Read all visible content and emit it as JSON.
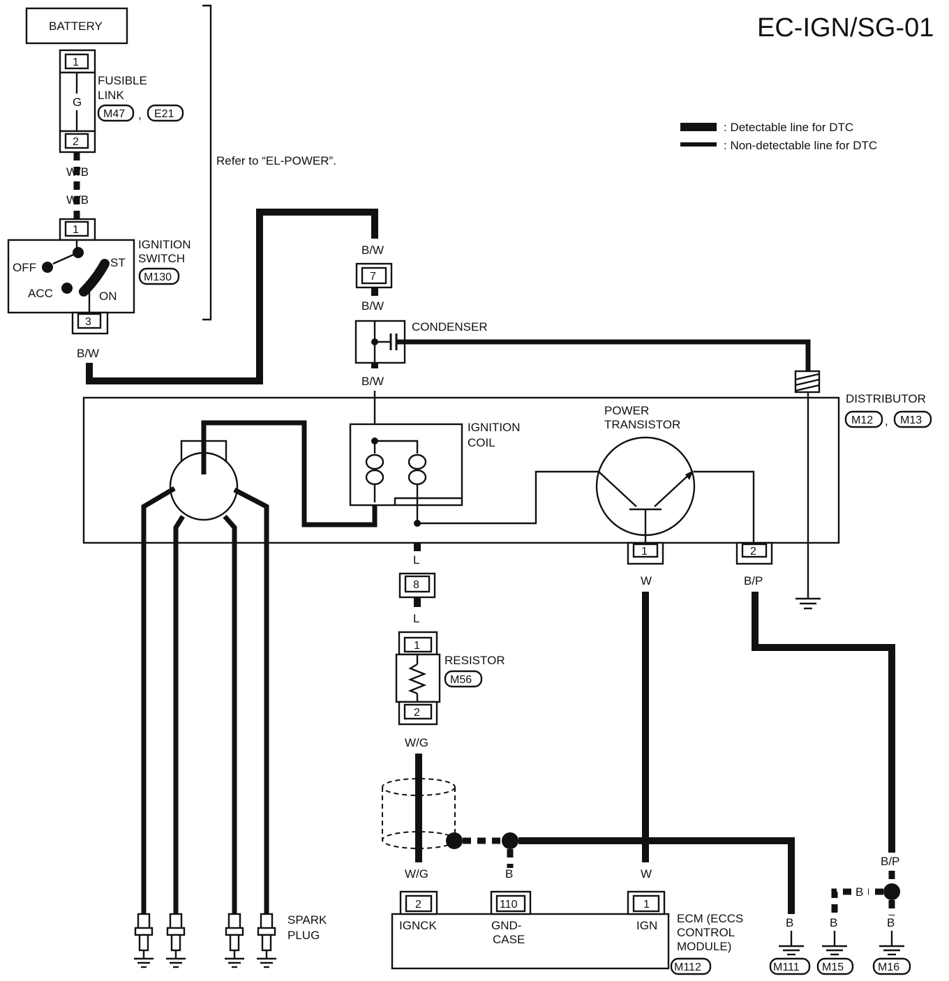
{
  "title": "EC-IGN/SG-01",
  "legend": {
    "detectable": ": Detectable line for DTC",
    "non_detectable": ": Non-detectable line for DTC"
  },
  "refer_note": "Refer to “EL-POWER”.",
  "components": {
    "battery": "BATTERY",
    "fusible_link": {
      "line1": "FUSIBLE",
      "line2": "LINK",
      "conn1": "M47",
      "sep": ",",
      "conn2": "E21",
      "pin_top": "1",
      "pin_bottom": "2",
      "inner": "G"
    },
    "ignition_switch": {
      "line1": "IGNITION",
      "line2": "SWITCH",
      "conn": "M130",
      "pin_top": "1",
      "pin_bottom": "3",
      "off": "OFF",
      "acc": "ACC",
      "st": "ST",
      "on": "ON"
    },
    "condenser": "CONDENSER",
    "distributor": {
      "label": "DISTRIBUTOR",
      "conn1": "M12",
      "sep": ",",
      "conn2": "M13"
    },
    "ignition_coil": {
      "line1": "IGNITION",
      "line2": "COIL"
    },
    "power_transistor": {
      "line1": "POWER",
      "line2": "TRANSISTOR",
      "pin1": "1",
      "pin2": "2"
    },
    "resistor": {
      "label": "RESISTOR",
      "conn": "M56",
      "pin_top": "1",
      "pin_bottom": "2"
    },
    "spark_plug": {
      "line1": "SPARK",
      "line2": "PLUG"
    },
    "ecm": {
      "line1": "ECM (ECCS",
      "line2": "CONTROL",
      "line3": "MODULE)",
      "conn": "M112",
      "pin_ignck": "2",
      "pin_gnd": "110",
      "pin_ign": "1",
      "ignck": "IGNCK",
      "gnd1": "GND-",
      "gnd2": "CASE",
      "ign": "IGN"
    },
    "grounds": [
      "M111",
      "M15",
      "M16"
    ]
  },
  "connectors": {
    "c7": "7",
    "c8": "8"
  },
  "wires": {
    "wb": "W/B",
    "bw": "B/W",
    "l": "L",
    "wg": "W/G",
    "w": "W",
    "bp": "B/P",
    "b": "B"
  }
}
